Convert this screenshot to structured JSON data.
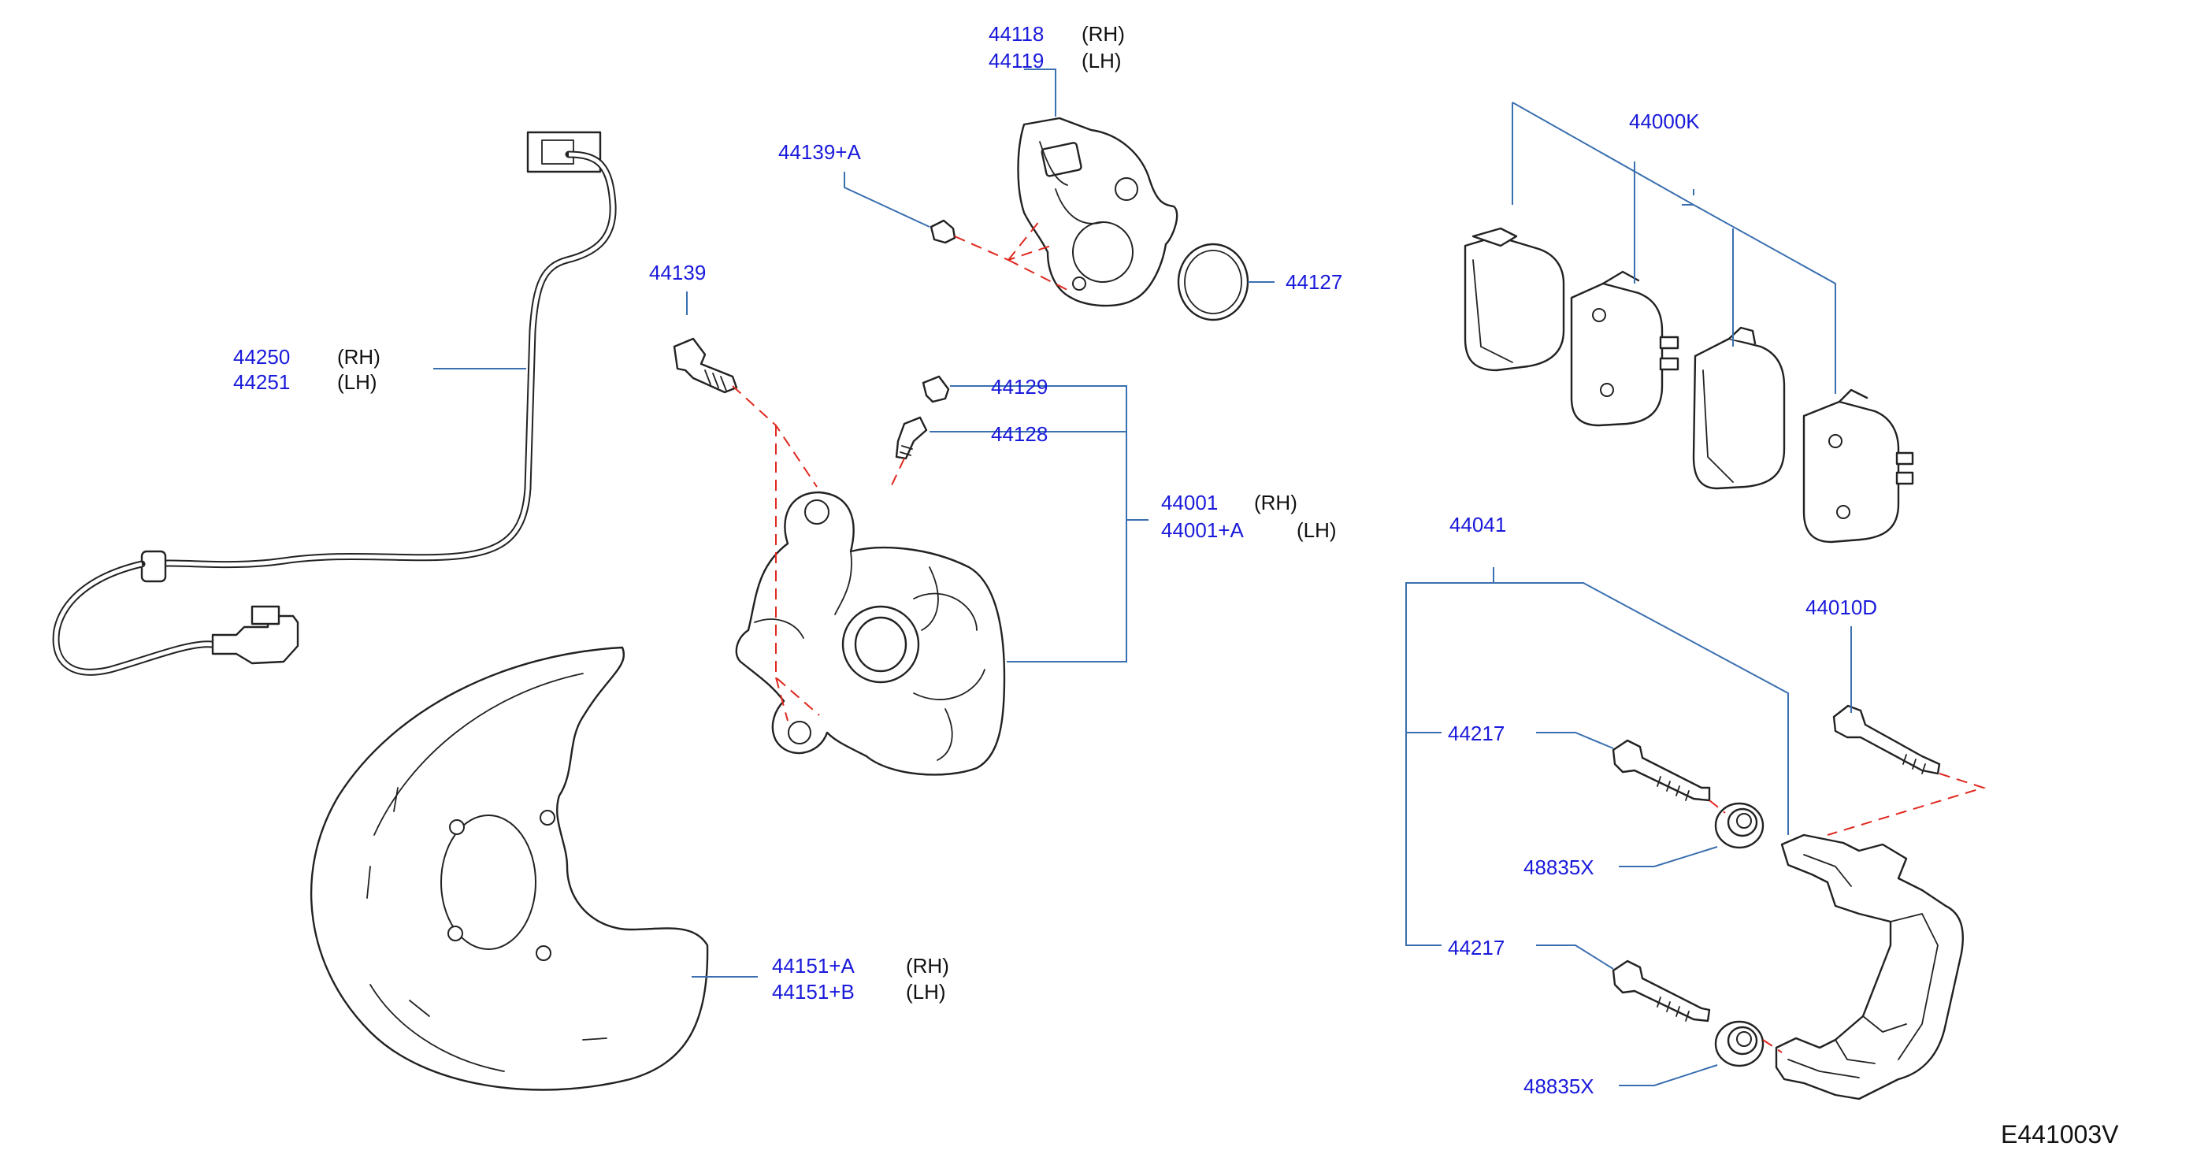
{
  "diagram_code": "E441003V",
  "callouts": {
    "c44118": {
      "number": "44118",
      "side": "(RH)"
    },
    "c44119": {
      "number": "44119",
      "side": "(LH)"
    },
    "c44139a": {
      "number": "44139+A"
    },
    "c44127": {
      "number": "44127"
    },
    "c44000k": {
      "number": "44000K"
    },
    "c44250": {
      "number": "44250",
      "side": "(RH)"
    },
    "c44251": {
      "number": "44251",
      "side": "(LH)"
    },
    "c44139": {
      "number": "44139"
    },
    "c44129": {
      "number": "44129"
    },
    "c44128": {
      "number": "44128"
    },
    "c44001": {
      "number": "44001",
      "side": "(RH)"
    },
    "c44001a": {
      "number": "44001+A",
      "side": "(LH)"
    },
    "c44041": {
      "number": "44041"
    },
    "c44010d": {
      "number": "44010D"
    },
    "c44217_top": {
      "number": "44217"
    },
    "c48835x_top": {
      "number": "48835X"
    },
    "c44217_bottom": {
      "number": "44217"
    },
    "c48835x_bottom": {
      "number": "48835X"
    },
    "c44151a": {
      "number": "44151+A",
      "side": "(RH)"
    },
    "c44151b": {
      "number": "44151+B",
      "side": "(LH)"
    }
  },
  "colors": {
    "part_number": "#1a1adb",
    "leader_line": "#3a6fb0",
    "hidden_line": "#e0281e",
    "outline": "#222222"
  }
}
